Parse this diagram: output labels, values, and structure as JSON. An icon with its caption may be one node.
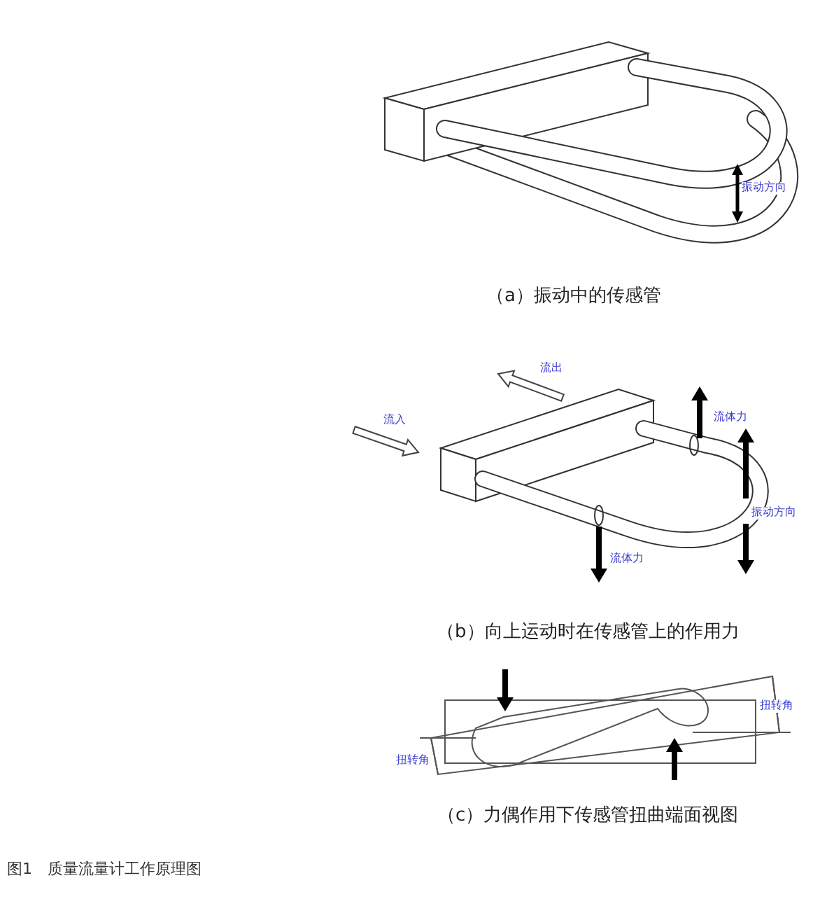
{
  "diagram": {
    "caption": "图1　质量流量计工作原理图",
    "labels": [
      "振动方向",
      "（a）振动中的传感管",
      "流出",
      "流入",
      "流体力",
      "振动方向",
      "流体力",
      "（b）向上运动时在传感管上的作用力",
      "扭转角",
      "扭转角",
      "（c）力偶作用下传感管扭曲端面视图"
    ]
  }
}
